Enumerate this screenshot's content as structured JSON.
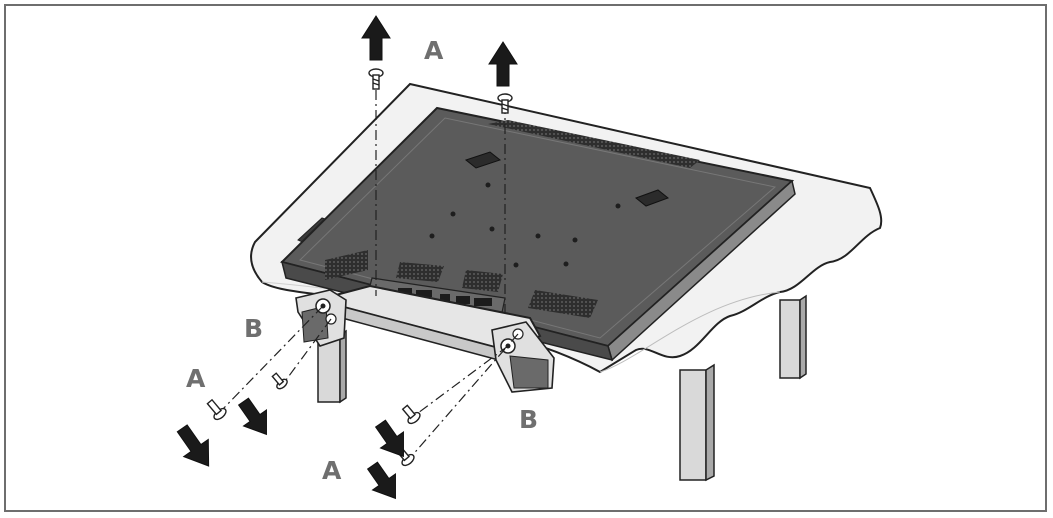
{
  "labels": {
    "a_top": "A",
    "a_left": "A",
    "a_bottom": "A",
    "b_left": "B",
    "b_right": "B"
  },
  "colors": {
    "frame": "#6e6e6e",
    "tv_back": "#5a5a5a",
    "tv_dark": "#3c3c3c",
    "cloth": "#f2f2f2",
    "outline": "#222222",
    "arrow": "#1a1a1a",
    "label": "#6f6f6f"
  }
}
